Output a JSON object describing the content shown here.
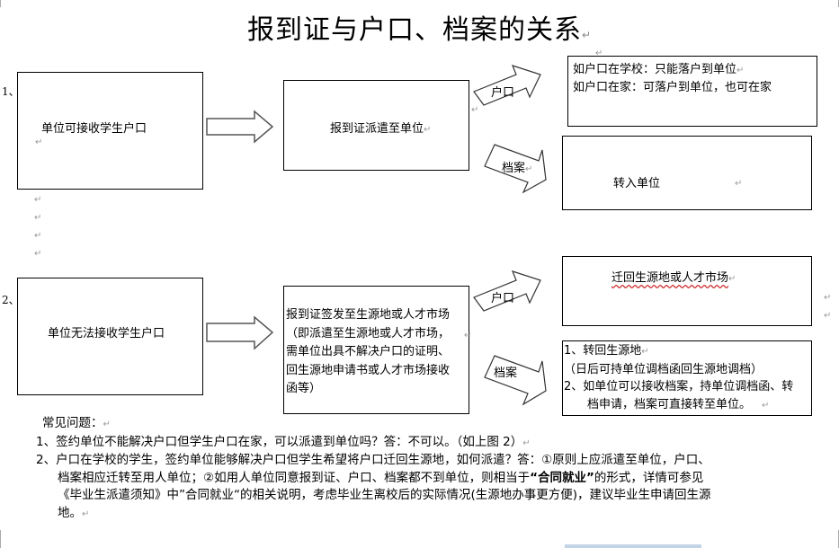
{
  "title": "报到证与户口、档案的关系",
  "case1": {
    "number": "1、",
    "condition": "单位可接收学生户口",
    "dispatch": "报到证派遣至单位",
    "hukou_arrow_label": "户口",
    "dangan_arrow_label": "档案",
    "hukou_result": [
      "如户口在学校：只能落户到单位",
      "如户口在家：可落户到单位，也可在家"
    ],
    "dangan_result": "转入单位"
  },
  "case2": {
    "number": "2、",
    "condition": "单位无法接收学生户口",
    "dispatch": [
      "报到证签发至生源地或人才市场",
      "（即派遣至生源地或人才市场，",
      "需单位出具不解决户口的证明、",
      "回生源地申请书或人才市场接收",
      "函等）"
    ],
    "hukou_arrow_label": "户口",
    "dangan_arrow_label": "档案",
    "hukou_result": "迁回生源地或人才市场",
    "dangan_result": [
      "1、转回生源地",
      "（日后可持单位调档函回生源地调档）",
      "2、如单位可以接收档案，持单位调档函、转",
      "档申请，档案可直接转至单位。"
    ]
  },
  "faq": {
    "heading": "常见问题：",
    "q1": "1、签约单位不能解决户口但学生户口在家，可以派遣到单位吗？答：不可以。（如上图 2）",
    "q2_line1": "2、户口在学校的学生，签约单位能够解决户口但学生希望将户口迁回生源地，如何派遣？答：①原则上应派遣至单位，户口、",
    "q2_line2_a": "档案相应迁转至用人单位；②如用人单位同意报到证、户口、档案都不到单位，则相当于",
    "q2_line2_bold": "“合同就业”",
    "q2_line2_b": "的形式，详情可参见",
    "q2_line3": "《毕业生派遣须知》中”合同就业“的相关说明，考虑毕业生离校后的实际情况(生源地办事更方便)，建议毕业生申请回生源",
    "q2_line4": "地。"
  },
  "paragraph_mark": "↵"
}
